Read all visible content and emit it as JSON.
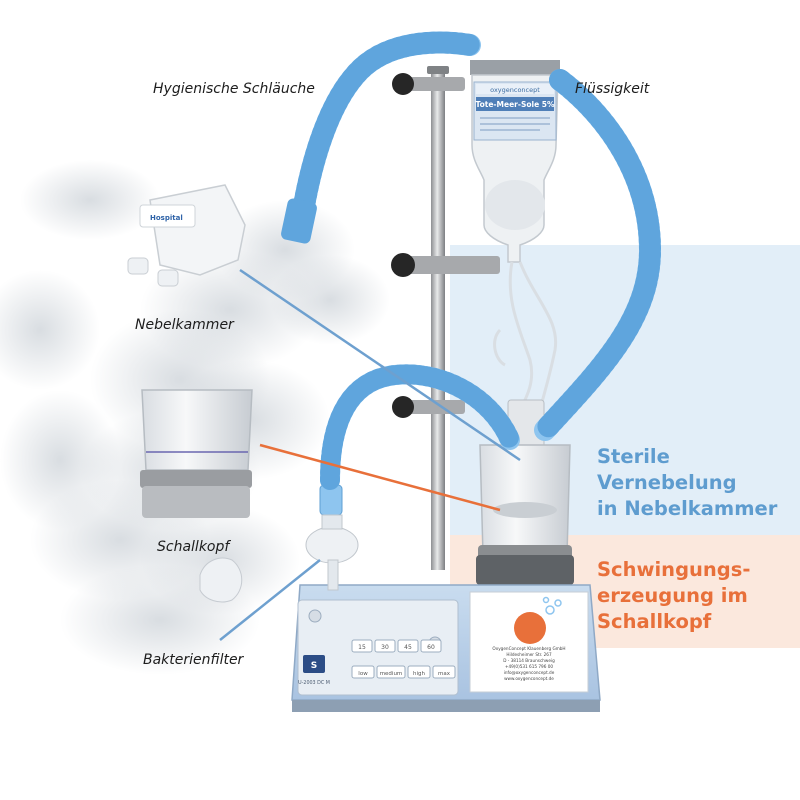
{
  "labels": {
    "hoses": "Hygienische Schläuche",
    "liquid": "Flüssigkeit",
    "chamber": "Nebelkammer",
    "head": "Schallkopf",
    "filter": "Bakterienfilter"
  },
  "callouts": {
    "sterile": [
      "Sterile",
      "Vernebelung",
      "in Nebelkammer"
    ],
    "oscillation": [
      "Schwingungs-",
      "erzeugung im",
      "Schallkopf"
    ]
  },
  "bottle": {
    "brand": "oxygenconcept",
    "product": "Tote-Meer-Sole 5%"
  },
  "device": {
    "timer_options": [
      "15",
      "30",
      "45",
      "60"
    ],
    "intensity_options": [
      "low",
      "medium",
      "high",
      "max"
    ],
    "model": "U-2003 DC M"
  },
  "company": {
    "lines": [
      "OxygenConcept Klauenberg GmbH",
      "Hildesheimer Str. 267",
      "D - 38114 Braunschweig",
      "+49(0)531 615 796 00",
      "info@oxygenconcept.de",
      "www.oxygenconcept.de"
    ]
  },
  "colors": {
    "callout_blue_text": "#5e9ccf",
    "callout_blue_band": "#e2eef8",
    "callout_orange_text": "#e8703a",
    "callout_orange_band": "#fbe8dd",
    "leader_blue": "#6ea0cf",
    "leader_orange": "#e8703a",
    "hose": "#8ec5ef",
    "device_body": "#b9d0ea"
  }
}
